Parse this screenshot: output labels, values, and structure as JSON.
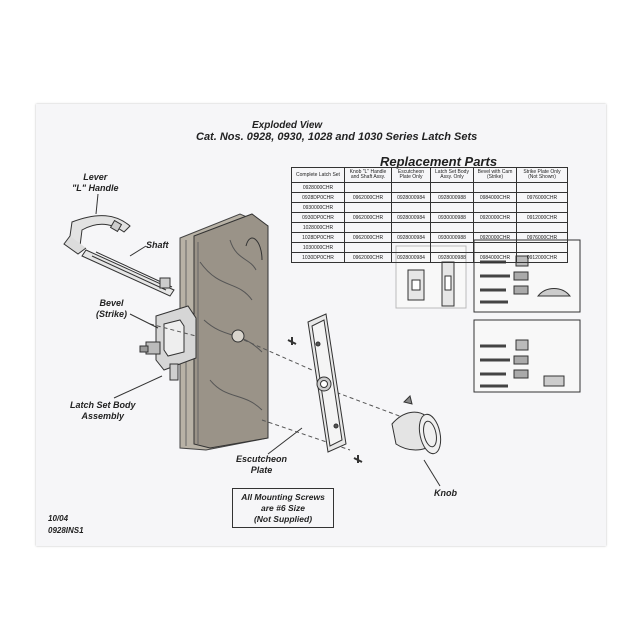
{
  "header": {
    "title_line1": "Exploded View",
    "title_line2": "Cat. Nos. 0928, 0930, 1028 and 1030 Series Latch Sets"
  },
  "replacement_parts": {
    "title": "Replacement Parts",
    "columns": [
      "Complete Latch Set",
      "Knob \"L\" Handle and Shaft Assy.",
      "Escutcheon Plate Only",
      "Latch Set Body Assy. Only",
      "Bevel with Cam (Strike)",
      "Strike Plate Only (Not Shown)"
    ],
    "rows": [
      [
        "0928000CHR",
        "",
        "",
        "",
        "",
        ""
      ],
      [
        "0928DP0CHR",
        "0962000CHR",
        "0928000984",
        "0928000988",
        "0984000CHR",
        "0976000CHR"
      ],
      [
        "0930000CHR",
        "",
        "",
        "",
        "",
        ""
      ],
      [
        "0930DP0CHR",
        "0962000CHR",
        "0928000984",
        "0930000988",
        "0920000CHR",
        "0912000CHR"
      ],
      [
        "1028000CHR",
        "",
        "",
        "",
        "",
        ""
      ],
      [
        "1028DP0CHR",
        "0962000CHR",
        "0928000984",
        "0930000988",
        "0920000CHR",
        "0976000CHR"
      ],
      [
        "1030000CHR",
        "",
        "",
        "",
        "",
        ""
      ],
      [
        "1030DP0CHR",
        "0962000CHR",
        "0928000984",
        "0928000988",
        "0984000CHR",
        "0912000CHR"
      ]
    ]
  },
  "labels": {
    "lever_line1": "Lever",
    "lever_line2": "\"L\" Handle",
    "shaft": "Shaft",
    "bevel_line1": "Bevel",
    "bevel_line2": "(Strike)",
    "latch_line1": "Latch Set Body",
    "latch_line2": "Assembly",
    "escutcheon_line1": "Escutcheon",
    "escutcheon_line2": "Plate",
    "knob": "Knob"
  },
  "note": {
    "line1": "All Mounting Screws",
    "line2": "are #6 Size",
    "line3": "(Not Supplied)"
  },
  "footer": {
    "date": "10/04",
    "doc_id": "0928INS1"
  }
}
